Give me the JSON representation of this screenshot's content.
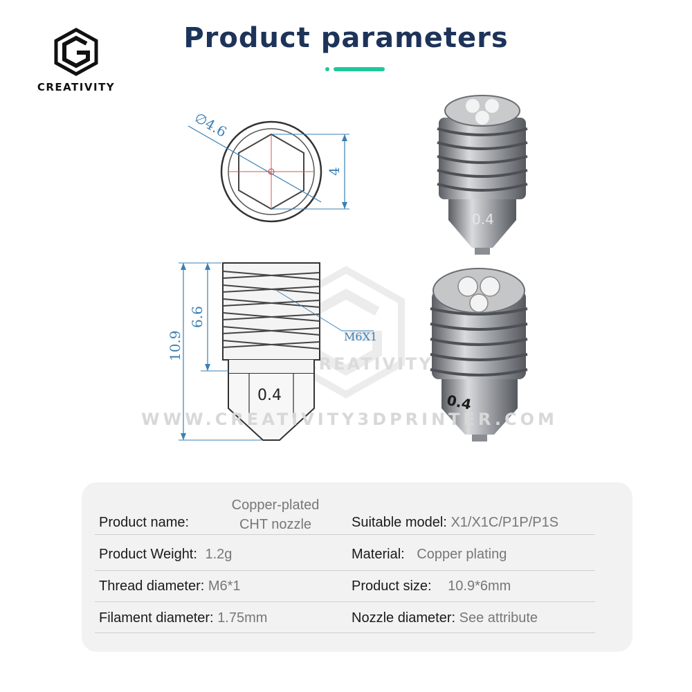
{
  "brand": {
    "name": "CREATIVITY"
  },
  "header": {
    "title": "Product parameters"
  },
  "watermark": {
    "brand": "CREATIVITY",
    "url": "WWW.CREATIVITY3DPRINTER.COM"
  },
  "drawing": {
    "diameter_label": "∅4.6",
    "hex_label": "4",
    "overall_length": "10.9",
    "thread_length": "6.6",
    "thread_spec": "M6X1",
    "nozzle_mark": "0.4"
  },
  "photos": {
    "nozzle_mark": "0.4"
  },
  "specs": {
    "product_name": {
      "label": "Product name:",
      "value_line1": "Copper-plated",
      "value_line2": "CHT nozzle"
    },
    "suitable_model": {
      "label": "Suitable model:",
      "value": "X1/X1C/P1P/P1S"
    },
    "product_weight": {
      "label": "Product Weight:",
      "value": "1.2g"
    },
    "material": {
      "label": "Material:",
      "value": "Copper plating"
    },
    "thread_diameter": {
      "label": "Thread diameter:",
      "value": "M6*1"
    },
    "product_size": {
      "label": "Product size:",
      "value": "10.9*6mm"
    },
    "filament_diameter": {
      "label": "Filament diameter:",
      "value": "1.75mm"
    },
    "nozzle_diameter": {
      "label": "Nozzle diameter:",
      "value": "See attribute"
    }
  },
  "colors": {
    "title": "#1d3359",
    "accent": "#1fc79a",
    "dimension": "#3a7fb5"
  }
}
